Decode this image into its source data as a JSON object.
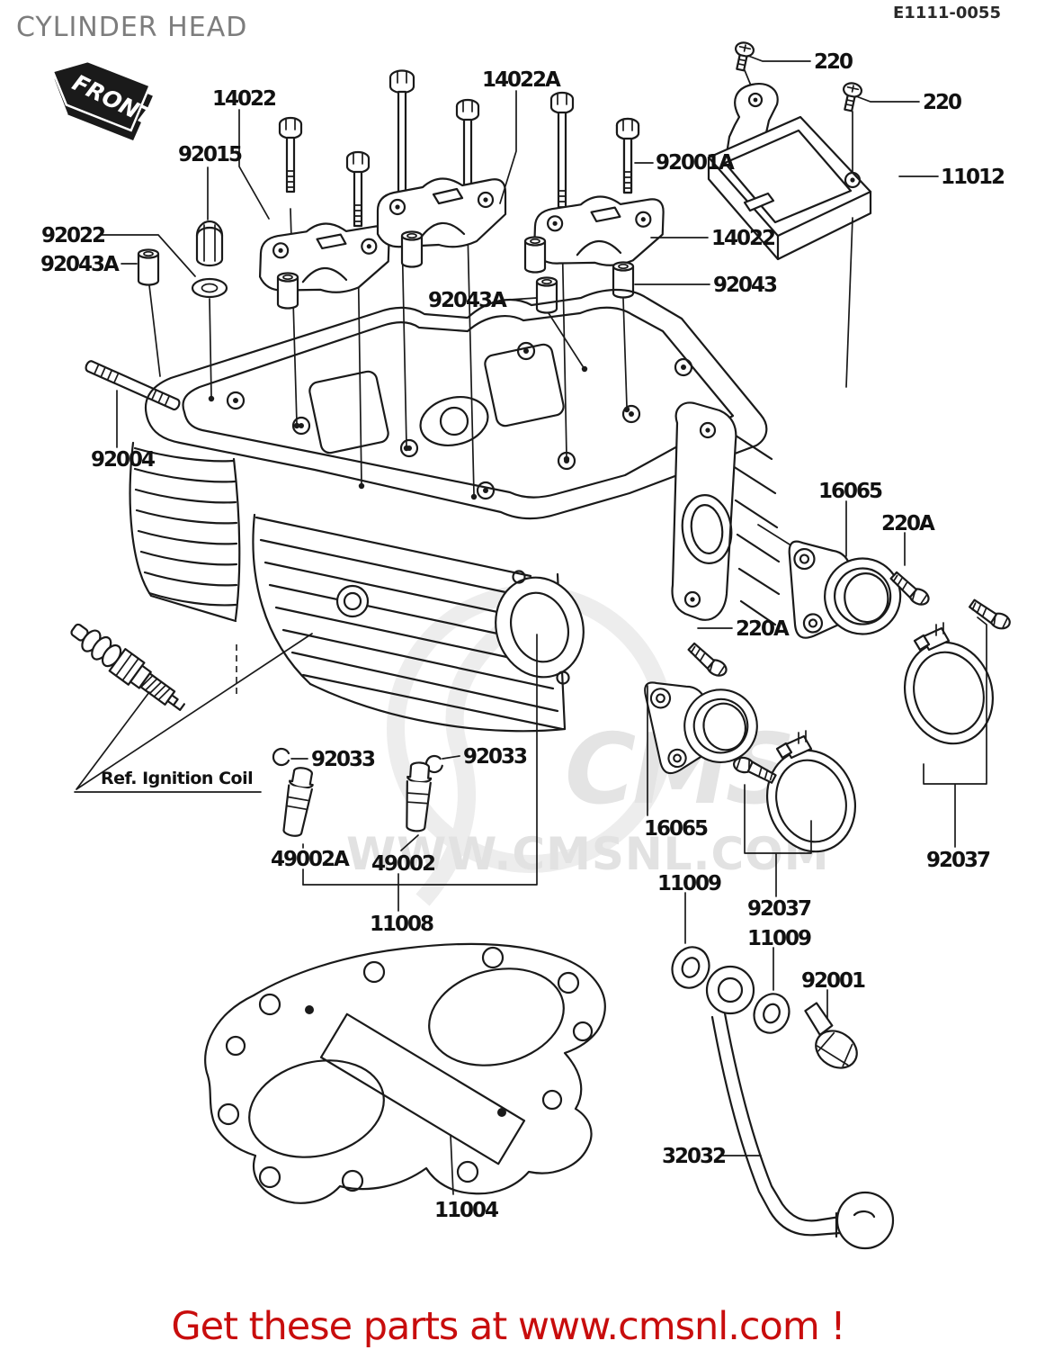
{
  "page": {
    "title": "CYLINDER HEAD",
    "diagram_code": "E1111-0055",
    "front_badge": "FRONT",
    "ref_note": "Ref.  Ignition Coil",
    "footer": "Get these parts at www.cmsnl.com !"
  },
  "watermark": {
    "logo": "CMS",
    "url": "WWW.CMSNL.COM"
  },
  "colors": {
    "line": "#1a1a1a",
    "title_gray": "#7d7d7d",
    "footer_red": "#c80d0d",
    "watermark_gray": "#e4e4e4",
    "background": "#ffffff"
  },
  "part_labels": [
    {
      "id": "220-top",
      "text": "220"
    },
    {
      "id": "220-right",
      "text": "220"
    },
    {
      "id": "14022a",
      "text": "14022A"
    },
    {
      "id": "14022-left",
      "text": "14022"
    },
    {
      "id": "92015",
      "text": "92015"
    },
    {
      "id": "92001a",
      "text": "92001A"
    },
    {
      "id": "11012",
      "text": "11012"
    },
    {
      "id": "92022",
      "text": "92022"
    },
    {
      "id": "92043a-left",
      "text": "92043A"
    },
    {
      "id": "14022-right",
      "text": "14022"
    },
    {
      "id": "92043",
      "text": "92043"
    },
    {
      "id": "92043a-center",
      "text": "92043A"
    },
    {
      "id": "92004",
      "text": "92004"
    },
    {
      "id": "16065-upper",
      "text": "16065"
    },
    {
      "id": "220a-right",
      "text": "220A"
    },
    {
      "id": "220a-left",
      "text": "220A"
    },
    {
      "id": "92033-left",
      "text": "92033"
    },
    {
      "id": "92033-right",
      "text": "92033"
    },
    {
      "id": "49002a",
      "text": "49002A"
    },
    {
      "id": "49002",
      "text": "49002"
    },
    {
      "id": "11008",
      "text": "11008"
    },
    {
      "id": "16065-lower",
      "text": "16065"
    },
    {
      "id": "11009-upper",
      "text": "11009"
    },
    {
      "id": "92037-center",
      "text": "92037"
    },
    {
      "id": "11009-lower",
      "text": "11009"
    },
    {
      "id": "92001",
      "text": "92001"
    },
    {
      "id": "92037-right",
      "text": "92037"
    },
    {
      "id": "32032",
      "text": "32032"
    },
    {
      "id": "11004",
      "text": "11004"
    }
  ]
}
